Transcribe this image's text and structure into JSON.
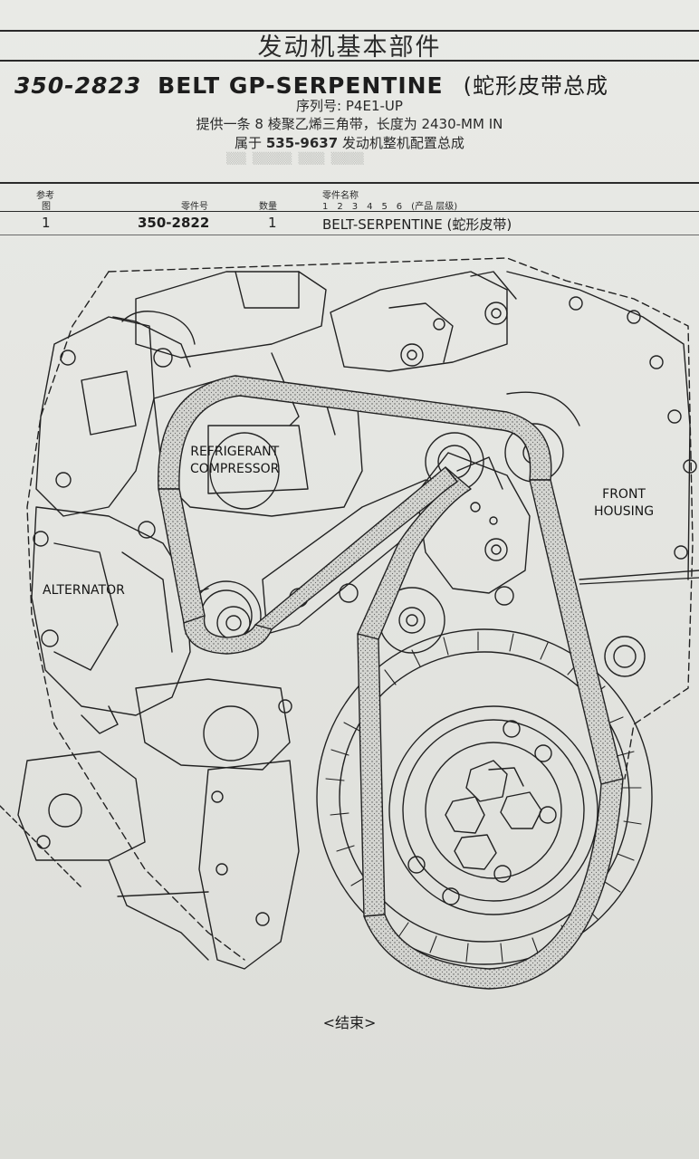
{
  "header": {
    "section_title": "发动机基本部件",
    "part_number": "350-2823",
    "part_name": "BELT GP-SERPENTINE",
    "part_name_cn": "(蛇形皮带总成"
  },
  "meta": {
    "serial_label": "序列号:",
    "serial_value": "P4E1-UP",
    "supply_note": "提供一条 8 棱聚乙烯三角带，长度为 2430-MM IN",
    "belongs_prefix": "属于",
    "belongs_number": "535-9637",
    "belongs_suffix": "发动机整机配置总成"
  },
  "table": {
    "headers": {
      "ref_line1": "参考",
      "ref_line2": "图",
      "part_no": "零件号",
      "qty": "数量",
      "name": "零件名称",
      "levels": "1　2　3　4　5　6　(产品 层级)"
    },
    "rows": [
      {
        "ref": "1",
        "part_no": "350-2822",
        "qty": "1",
        "name": "BELT-SERPENTINE (蛇形皮带)"
      }
    ]
  },
  "labels": {
    "refrigerant": "REFRIGERANT",
    "compressor": "COMPRESSOR",
    "front": "FRONT",
    "housing": "HOUSING",
    "alternator": "ALTERNATOR"
  },
  "footer": {
    "end_mark": "<结束>"
  },
  "colors": {
    "ink": "#1d1d1d",
    "paper": "#e4e5e1",
    "belt_fill": "#cfd0cc"
  }
}
